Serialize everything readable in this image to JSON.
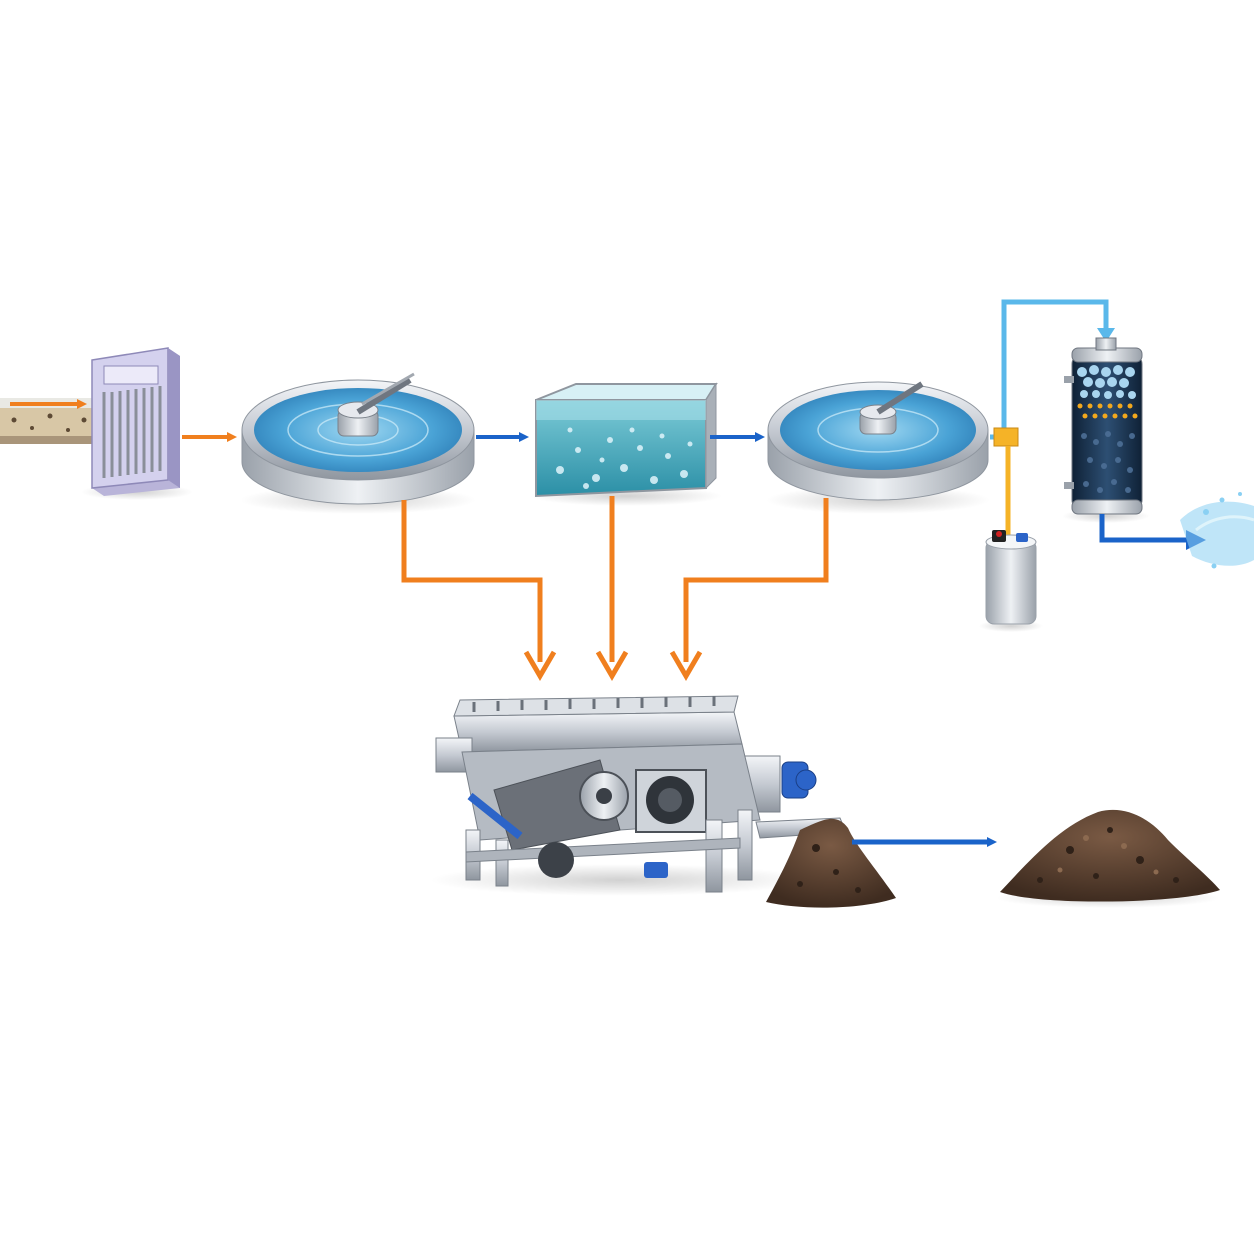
{
  "diagram": {
    "type": "wastewater-treatment-process-flow",
    "stages": [
      {
        "id": "inlet-pipe",
        "label": ""
      },
      {
        "id": "bar-screen",
        "label": ""
      },
      {
        "id": "primary-clarifier",
        "label": ""
      },
      {
        "id": "aeration-tank",
        "label": ""
      },
      {
        "id": "secondary-clarifier",
        "label": ""
      },
      {
        "id": "chemical-dosing-tank",
        "label": ""
      },
      {
        "id": "filter-column",
        "label": ""
      },
      {
        "id": "clean-water-outlet",
        "label": ""
      },
      {
        "id": "belt-filter-press",
        "label": ""
      },
      {
        "id": "sludge-pile-discharge",
        "label": ""
      },
      {
        "id": "dewatered-sludge-cake",
        "label": ""
      }
    ],
    "flows": [
      {
        "from": "inlet-pipe",
        "to": "bar-screen",
        "kind": "raw"
      },
      {
        "from": "bar-screen",
        "to": "primary-clarifier",
        "kind": "raw"
      },
      {
        "from": "primary-clarifier",
        "to": "aeration-tank",
        "kind": "water"
      },
      {
        "from": "aeration-tank",
        "to": "secondary-clarifier",
        "kind": "water"
      },
      {
        "from": "secondary-clarifier",
        "to": "filter-column",
        "kind": "clean"
      },
      {
        "from": "chemical-dosing-tank",
        "to": "secondary-clarifier",
        "kind": "raw"
      },
      {
        "from": "filter-column",
        "to": "clean-water-outlet",
        "kind": "water"
      },
      {
        "from": "primary-clarifier",
        "to": "belt-filter-press",
        "kind": "raw"
      },
      {
        "from": "aeration-tank",
        "to": "belt-filter-press",
        "kind": "raw"
      },
      {
        "from": "secondary-clarifier",
        "to": "belt-filter-press",
        "kind": "raw"
      },
      {
        "from": "belt-filter-press",
        "to": "dewatered-sludge-cake",
        "kind": "water"
      }
    ],
    "colors": {
      "raw_flow": "#f07f1e",
      "water_flow": "#1a63c9",
      "clean_flow": "#5ab8ea",
      "steel": "#c9ced6",
      "water": "#4aa3d6",
      "sludge": "#5b4030"
    }
  }
}
